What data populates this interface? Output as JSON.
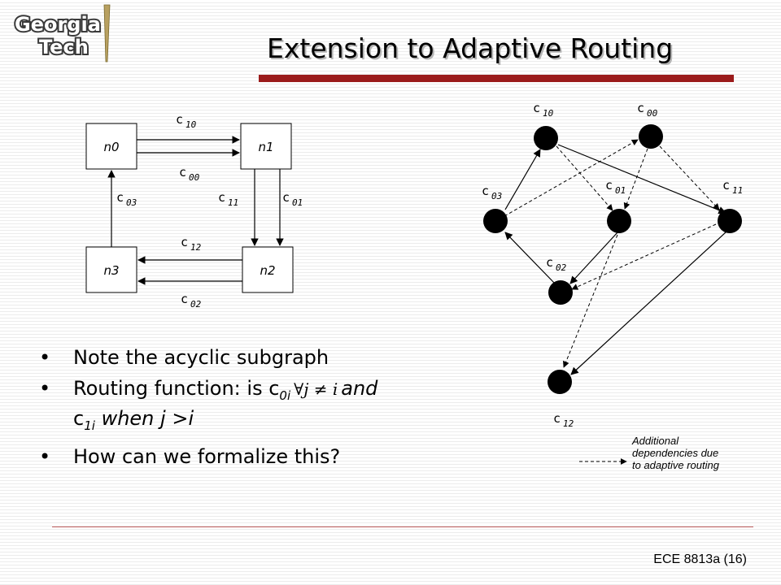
{
  "logo": {
    "line1": "Georgia",
    "line2": "Tech"
  },
  "slide": {
    "title": "Extension to Adaptive Routing",
    "footer": "ECE 8813a (16)"
  },
  "left_graph": {
    "nodes": [
      "n0",
      "n1",
      "n2",
      "n3"
    ],
    "channels": [
      {
        "base": "c",
        "sub": "10"
      },
      {
        "base": "c",
        "sub": "00"
      },
      {
        "base": "c",
        "sub": "03"
      },
      {
        "base": "c",
        "sub": "11"
      },
      {
        "base": "c",
        "sub": "01"
      },
      {
        "base": "c",
        "sub": "12"
      },
      {
        "base": "c",
        "sub": "02"
      }
    ]
  },
  "right_graph": {
    "channels": [
      {
        "base": "c",
        "sub": "10"
      },
      {
        "base": "c",
        "sub": "00"
      },
      {
        "base": "c",
        "sub": "03"
      },
      {
        "base": "c",
        "sub": "01"
      },
      {
        "base": "c",
        "sub": "11"
      },
      {
        "base": "c",
        "sub": "02"
      },
      {
        "base": "c",
        "sub": "12"
      }
    ],
    "legend": "Additional dependencies due to adaptive routing"
  },
  "bullets": {
    "b1": "Note the acyclic subgraph",
    "b2": {
      "prefix": "Routing function: is c",
      "sub1": "0i",
      "math": "∀j ≠ i",
      "and": "and",
      "c1": "c",
      "sub2": "1i",
      "when": "when",
      "cond": "j >i"
    },
    "b3": "How can we formalize this?"
  }
}
